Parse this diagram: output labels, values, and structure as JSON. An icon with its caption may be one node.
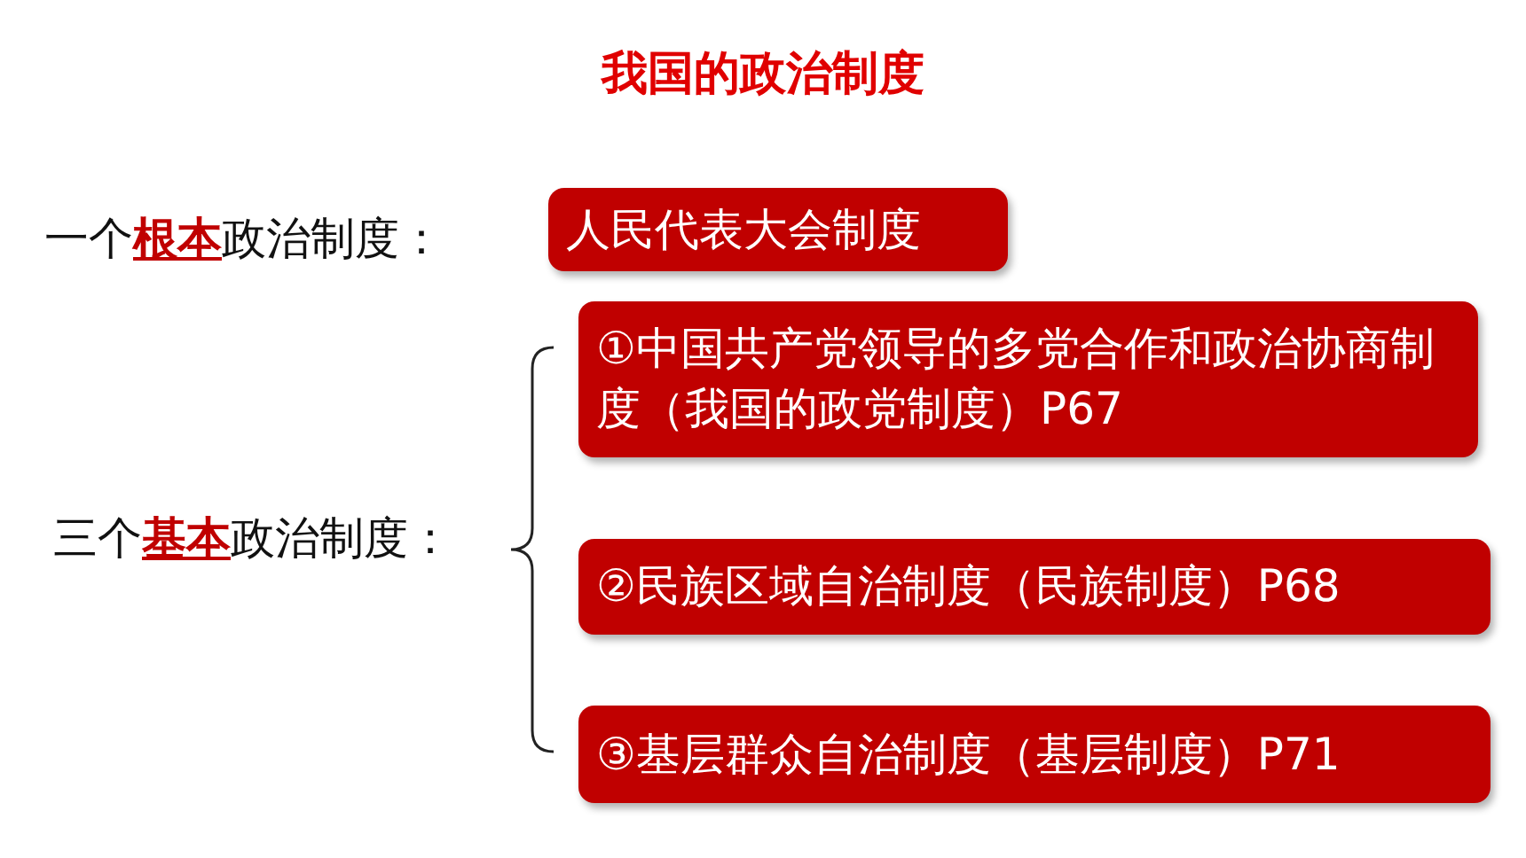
{
  "diagram": {
    "title": "我国的政治制度",
    "nodes": [
      {
        "text": [
          "人民代表大会制度"
        ]
      },
      {
        "text": [
          "①中国共产党领导的多党合作和政治协商制度（我国的政党制度）P67"
        ]
      },
      {
        "text": [
          "②民族区域自治制度（民族制度）P68"
        ]
      },
      {
        "text": [
          "③基层群众自治制度（基层制度）P71"
        ]
      }
    ],
    "labels": [
      "一个**根本**政治制度：",
      "三个**基本**政治制度："
    ]
  }
}
